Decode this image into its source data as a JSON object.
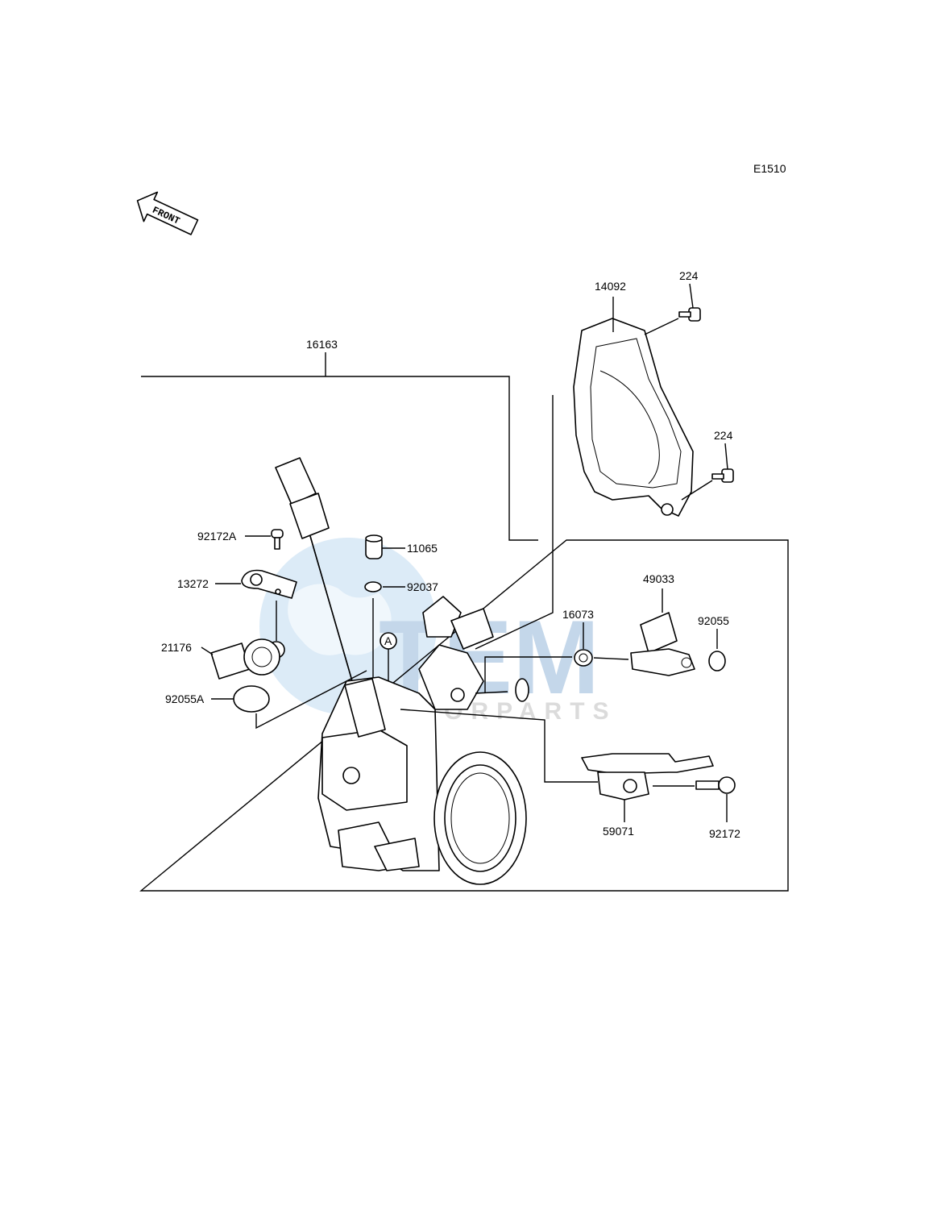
{
  "diagram_code": "E1510",
  "front_arrow_label": "FRONT",
  "callout_letter": "A",
  "watermark": {
    "main": "TEM",
    "sub": "MOTORPARTS",
    "color": "#6aa6d8"
  },
  "parts": {
    "p14092": "14092",
    "p224_top": "224",
    "p224_mid": "224",
    "p16163": "16163",
    "p92172A": "92172A",
    "p11065": "11065",
    "p13272": "13272",
    "p92037": "92037",
    "p49033": "49033",
    "p16073": "16073",
    "p92055": "92055",
    "p21176": "21176",
    "p92055A": "92055A",
    "p59071": "59071",
    "p92172": "92172"
  }
}
